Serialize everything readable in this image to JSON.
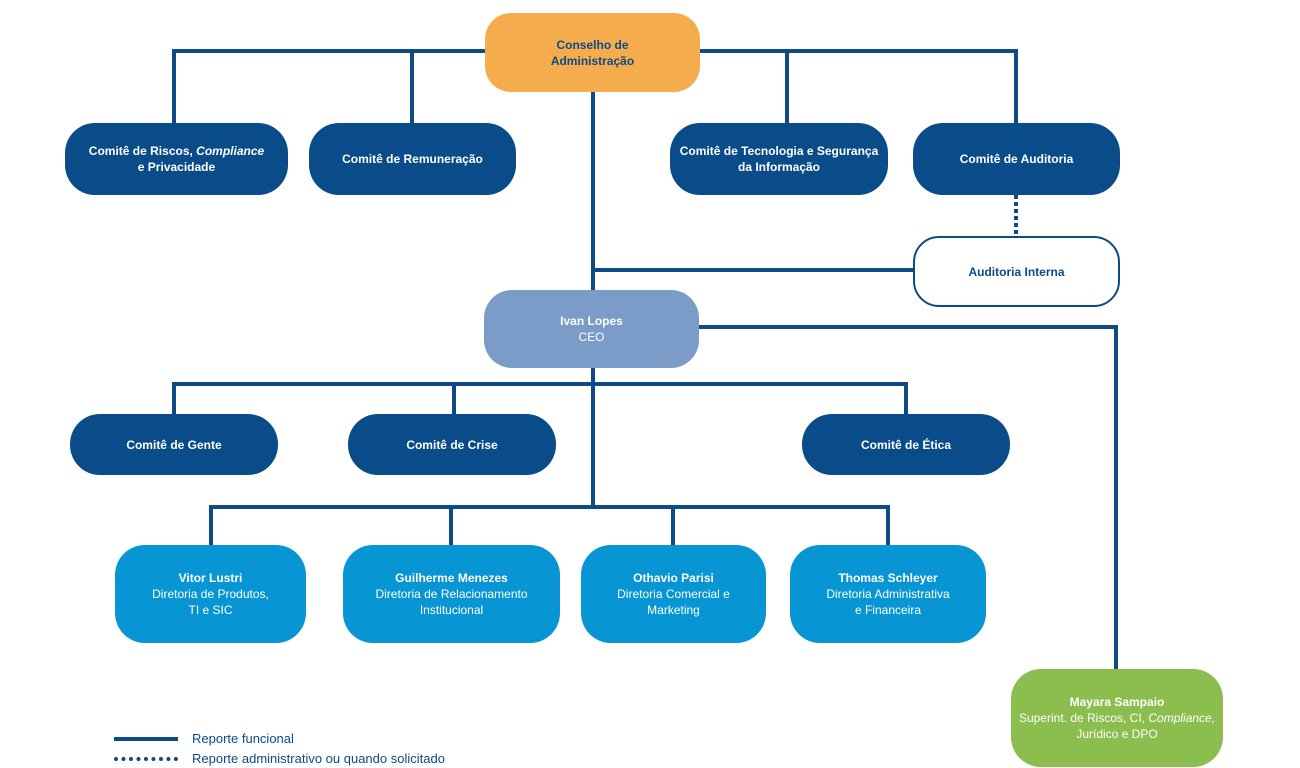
{
  "board": {
    "line1": "Conselho de",
    "line2": "Administração"
  },
  "committees_top": {
    "riscos": {
      "line1_prefix": "Comitê de Riscos,",
      "line1_italic": "Compliance",
      "line2": "e Privacidade"
    },
    "remuneracao": {
      "label": "Comitê de Remuneração"
    },
    "tecnologia": {
      "line1": "Comitê de Tecnologia e Segurança",
      "line2": "da Informação"
    },
    "auditoria": {
      "label": "Comitê de Auditoria"
    }
  },
  "auditoria_interna": {
    "label": "Auditoria Interna"
  },
  "ceo": {
    "name": "Ivan Lopes",
    "role": "CEO"
  },
  "committees_mid": {
    "gente": {
      "label": "Comitê de Gente"
    },
    "crise": {
      "label": "Comitê de Crise"
    },
    "etica": {
      "label": "Comitê de Ética"
    }
  },
  "directors": [
    {
      "name": "Vitor Lustri",
      "role1": "Diretoria de Produtos,",
      "role2": "TI e SIC"
    },
    {
      "name": "Guilherme Menezes",
      "role1": "Diretoria de Relacionamento",
      "role2": "Institucional"
    },
    {
      "name": "Othavio Parisi",
      "role1": "Diretoria Comercial e",
      "role2": "Marketing"
    },
    {
      "name": "Thomas Schleyer",
      "role1": "Diretoria Administrativa",
      "role2": "e Financeira"
    }
  ],
  "superintendent": {
    "name": "Mayara Sampaio",
    "role1_prefix": "Superint. de Riscos, CI,",
    "role1_italic": "Compliance,",
    "role2": "Jurídico e DPO"
  },
  "legend": {
    "solid": "Reporte funcional",
    "dotted": "Reporte administrativo ou quando solicitado"
  },
  "colors": {
    "line": "#0d4a86",
    "board": "#f5ac4c",
    "committee": "#0a4c8a",
    "ceo": "#7b9bc8",
    "director": "#0795d4",
    "superintendent": "#8bbd4f"
  }
}
